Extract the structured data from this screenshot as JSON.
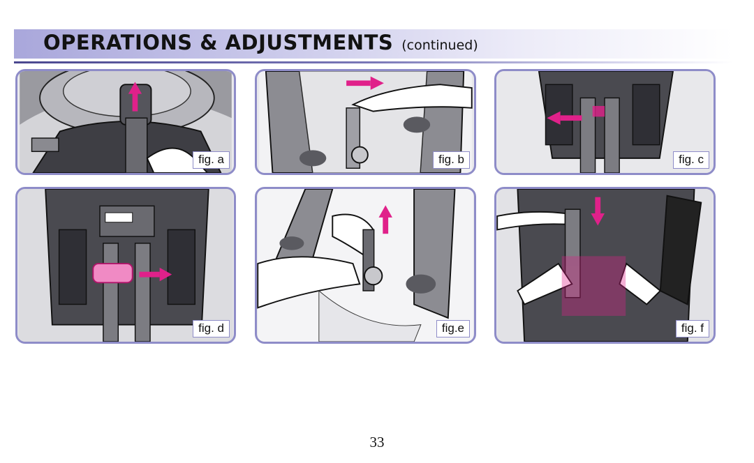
{
  "header": {
    "title": "OPERATIONS & ADJUSTMENTS",
    "subtitle": "(continued)"
  },
  "figures": [
    {
      "label": "fig. a"
    },
    {
      "label": "fig. b"
    },
    {
      "label": "fig. c"
    },
    {
      "label": "fig. d"
    },
    {
      "label": "fig.e"
    },
    {
      "label": "fig. f"
    }
  ],
  "page_number": "33",
  "colors": {
    "accent_band": "#a9a7db",
    "panel_border": "#8e8cc8",
    "arrow_magenta": "#e0218a"
  }
}
